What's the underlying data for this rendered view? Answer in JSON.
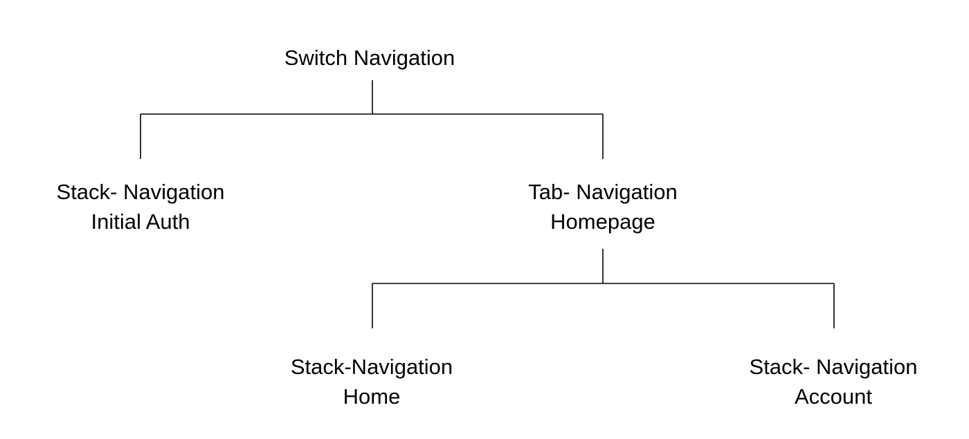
{
  "nodes": {
    "root": {
      "lines": [
        "Switch Navigation"
      ]
    },
    "auth": {
      "lines": [
        "Stack- Navigation",
        "Initial Auth"
      ]
    },
    "tab": {
      "lines": [
        "Tab- Navigation",
        "Homepage"
      ]
    },
    "home": {
      "lines": [
        "Stack-Navigation",
        "Home"
      ]
    },
    "account": {
      "lines": [
        "Stack- Navigation",
        "Account"
      ]
    }
  },
  "colors": {
    "line": "#000000",
    "text": "#000000",
    "background": "#ffffff"
  }
}
